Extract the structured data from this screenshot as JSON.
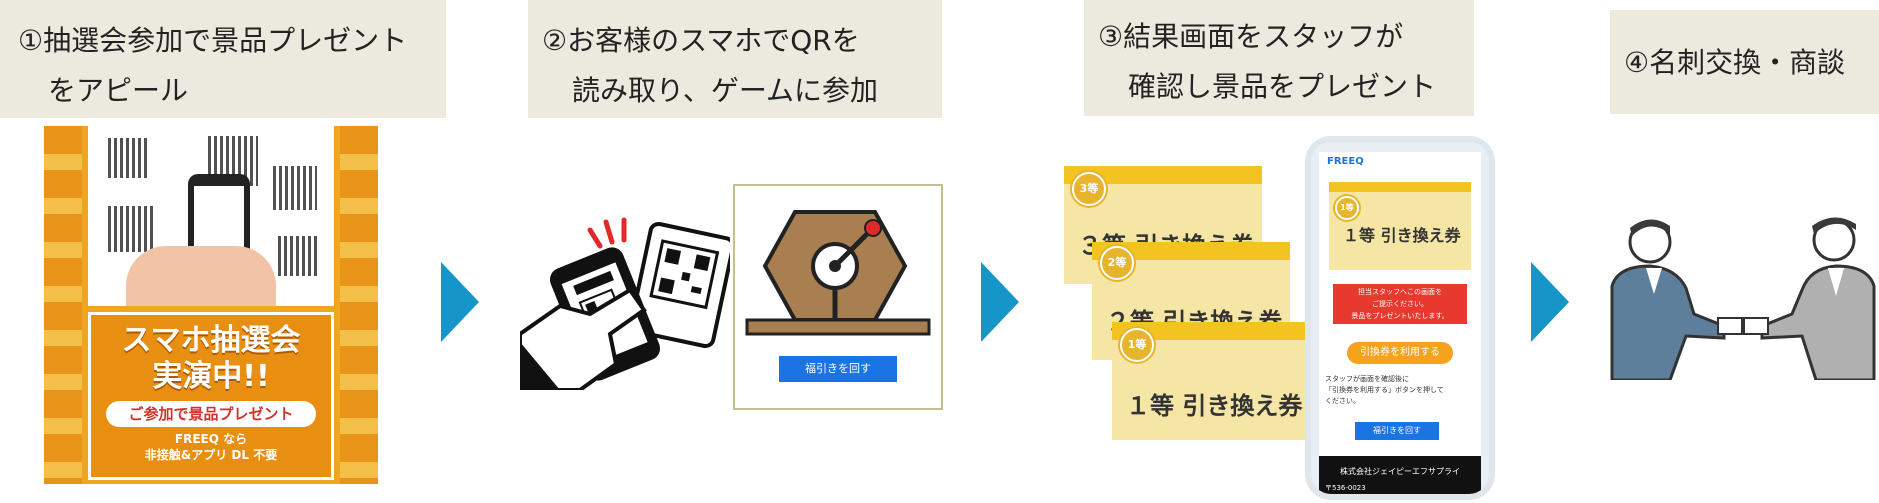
{
  "steps": [
    {
      "line1": "①抽選会参加で景品プレゼント",
      "line2": "をアピール"
    },
    {
      "line1": "②お客様のスマホでQRを",
      "line2": "読み取り、ゲームに参加"
    },
    {
      "line1": "③結果画面をスタッフが",
      "line2": "確認し景品をプレゼント"
    },
    {
      "line1": "④名刺交換・商談",
      "line2": ""
    }
  ],
  "poster": {
    "headline1": "スマホ抽選会",
    "headline2": "実演中!!",
    "pill": "ご参加で景品プレゼント",
    "sub1": "FREEQ なら",
    "sub2": "非接触&アプリ DL 不要"
  },
  "lottery": {
    "button": "福引きを回す"
  },
  "tickets": [
    {
      "rank": "3等",
      "text": "３等 引き換え券"
    },
    {
      "rank": "2等",
      "text": "２等 引き換え券"
    },
    {
      "rank": "1等",
      "text": "１等 引き換え券"
    }
  ],
  "phone": {
    "logo": "FREEQ",
    "rank": "1等",
    "ticket_text": "１等 引き換え券",
    "notice1": "担当スタッフへこの画面を",
    "notice2": "ご提示ください。",
    "notice3": "景品をプレゼントいたします。",
    "use_button": "引換券を利用する",
    "instruction1": "スタッフが画面を確認後に",
    "instruction2": "「引換券を利用する」ボタンを押して",
    "instruction3": "ください。",
    "spin_button": "福引きを回す",
    "company": "株式会社ジェイピーエフサプライ",
    "postal": "〒536-0023"
  },
  "colors": {
    "arrow": "#1696c8",
    "label_bg": "#eceadf",
    "ticket_band": "#f2c321",
    "button": "#1b74e4",
    "orange": "#f6a21c"
  }
}
